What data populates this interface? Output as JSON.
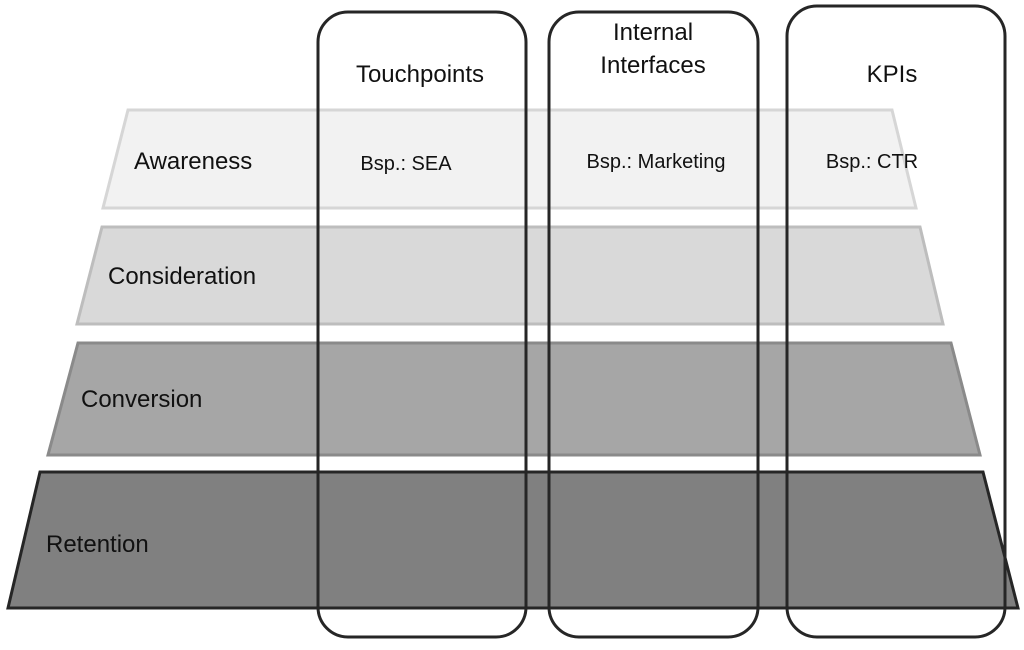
{
  "layers": [
    {
      "label": "Awareness",
      "fill": "#f2f2f2",
      "stroke": "#d6d6d6"
    },
    {
      "label": "Consideration",
      "fill": "#d9d9d9",
      "stroke": "#bdbdbd"
    },
    {
      "label": "Conversion",
      "fill": "#a6a6a6",
      "stroke": "#8a8a8a"
    },
    {
      "label": "Retention",
      "fill": "#808080",
      "stroke": "#262626"
    }
  ],
  "columns": [
    {
      "title_lines": [
        "Touchpoints"
      ],
      "example": "Bsp.: SEA"
    },
    {
      "title_lines": [
        "Internal",
        "Interfaces"
      ],
      "example": "Bsp.: Marketing"
    },
    {
      "title_lines": [
        "KPIs"
      ],
      "example": "Bsp.: CTR"
    }
  ],
  "colors": {
    "column_outline": "#262626",
    "text": "#111111"
  }
}
